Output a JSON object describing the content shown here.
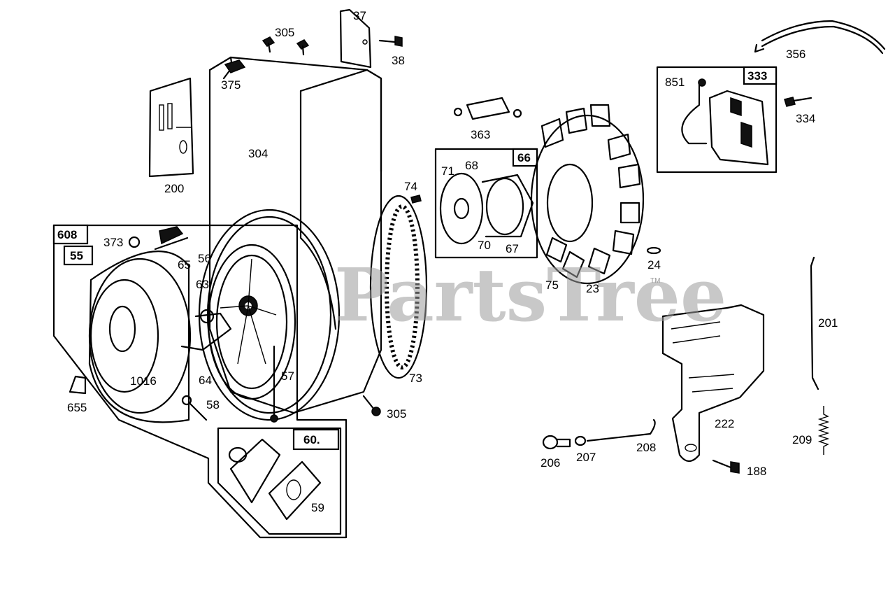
{
  "watermark": {
    "text": "PartsTree",
    "tm": "TM"
  },
  "boxes": {
    "b608": "608",
    "b55": "55",
    "b60": "60.",
    "b66": "66",
    "b333": "333"
  },
  "labels": {
    "l37": "37",
    "l305a": "305",
    "l38": "38",
    "l375": "375",
    "l304": "304",
    "l200": "200",
    "l373": "373",
    "l65": "65",
    "l56": "56",
    "l63": "63",
    "l1016": "1016",
    "l64": "64",
    "l58": "58",
    "l655": "655",
    "l57": "57",
    "l73": "73",
    "l305b": "305",
    "l59": "59",
    "l363": "363",
    "l74": "74",
    "l71": "71",
    "l68": "68",
    "l70": "70",
    "l67": "67",
    "l75": "75",
    "l23": "23",
    "l24": "24",
    "l356": "356",
    "l851": "851",
    "l334": "334",
    "l201": "201",
    "l222": "222",
    "l209": "209",
    "l206": "206",
    "l207": "207",
    "l208": "208",
    "l188": "188"
  }
}
